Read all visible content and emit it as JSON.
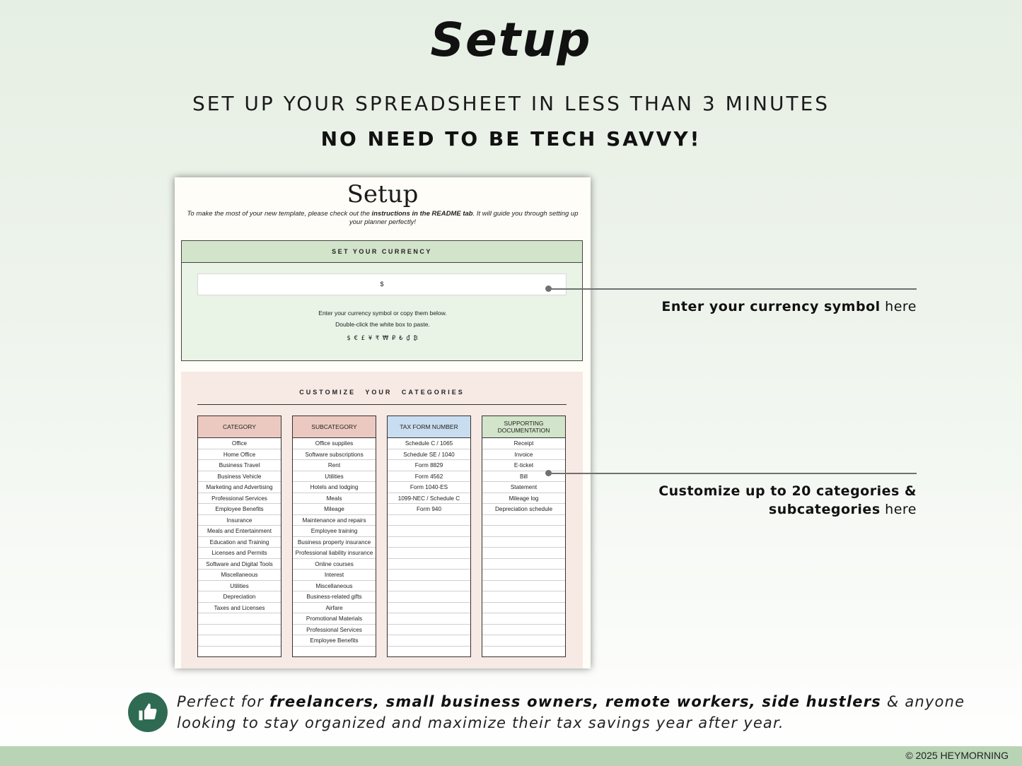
{
  "header": {
    "title": "Setup",
    "subtitle": "SET UP YOUR SPREADSHEET IN LESS THAN 3 MINUTES",
    "tagline": "NO NEED TO BE TECH SAVVY!"
  },
  "sheet": {
    "title": "Setup",
    "intro_pre": "To make the most of your new template, please check out the ",
    "intro_bold": "instructions in the README tab",
    "intro_post": ". It will guide you through setting up your planner perfectly!",
    "currency": {
      "header": "SET YOUR CURRENCY",
      "value": "$",
      "help_line1": "Enter your currency symbol or copy them below.",
      "help_line2": "Double-click the white box to paste.",
      "symbols": "$ € £ ¥ ₹ ₩ ₽ ₺ ₫ ₿"
    },
    "categories": {
      "header": "CUSTOMIZE YOUR CATEGORIES",
      "columns": [
        {
          "title": "CATEGORY",
          "color": "#ecc9c0",
          "items": [
            "Office",
            "Home Office",
            "Business Travel",
            "Business Vehicle",
            "Marketing and Advertising",
            "Professional Services",
            "Employee Benefits",
            "Insurance",
            "Meals and Entertainment",
            "Education and Training",
            "Licenses and Permits",
            "Software and Digital Tools",
            "Miscellaneous",
            "Utilities",
            "Depreciation",
            "Taxes and Licenses"
          ]
        },
        {
          "title": "SUBCATEGORY",
          "color": "#ecc9c0",
          "items": [
            "Office supplies",
            "Software subscriptions",
            "Rent",
            "Utilities",
            "Hotels and lodging",
            "Meals",
            "Mileage",
            "Maintenance and repairs",
            "Employee training",
            "Business property insurance",
            "Professional liability insurance",
            "Online courses",
            "Interest",
            "Miscellaneous",
            "Business-related gifts",
            "Airfare",
            "Promotional Materials",
            "Professional Services",
            "Employee Benefits"
          ]
        },
        {
          "title": "TAX FORM NUMBER",
          "color": "#c9ddf0",
          "items": [
            "Schedule C / 1065",
            "Schedule SE / 1040",
            "Form 8829",
            "Form 4562",
            "Form 1040-ES",
            "1099-NEC / Schedule C",
            "Form 940"
          ]
        },
        {
          "title": "SUPPORTING DOCUMENTATION",
          "color": "#d2e4c9",
          "items": [
            "Receipt",
            "Invoice",
            "E-ticket",
            "Bill",
            "Statement",
            "Mileage log",
            "Depreciation schedule"
          ]
        }
      ]
    }
  },
  "callouts": {
    "currency_bold": "Enter your currency symbol",
    "currency_rest": " here",
    "categories_bold1": "Customize up to 20 categories &",
    "categories_bold2": "subcategories",
    "categories_rest": " here"
  },
  "bottom": {
    "icon": "thumbs-up-icon",
    "pre": "Perfect for ",
    "bold": "freelancers, small business owners, remote workers, side hustlers",
    "post": " & anyone looking to stay organized and maximize their tax savings year after year."
  },
  "footer": {
    "copyright": "© 2025 HEYMORNING"
  },
  "colors": {
    "accent_green": "#2e6b52",
    "footer_green": "#b8d4b4",
    "currency_header": "#d2e4c9",
    "categories_bg": "#f7e9e4"
  }
}
